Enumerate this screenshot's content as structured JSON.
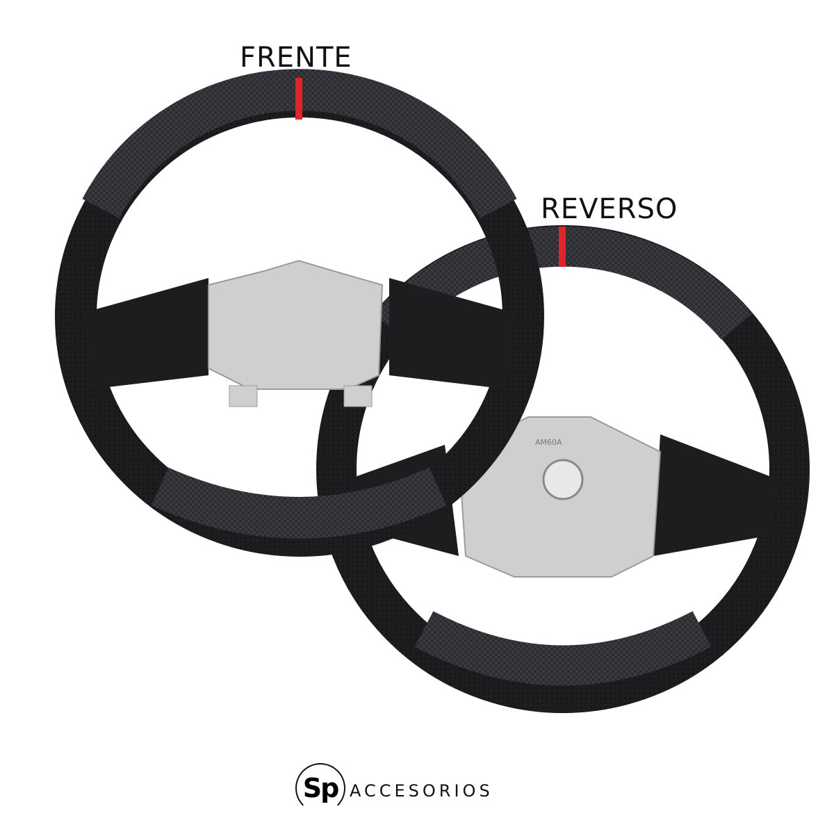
{
  "labels": {
    "front": "FRENTE",
    "rear": "REVERSO"
  },
  "colors": {
    "rim": "#1c1c1e",
    "carbon": "#2a2b2e",
    "stripe": "#e0242a",
    "hub": "#cfcfcf"
  },
  "logo": {
    "mark": "Sp",
    "text": "ACCESORIOS"
  },
  "hub_stamp": "AM60A"
}
